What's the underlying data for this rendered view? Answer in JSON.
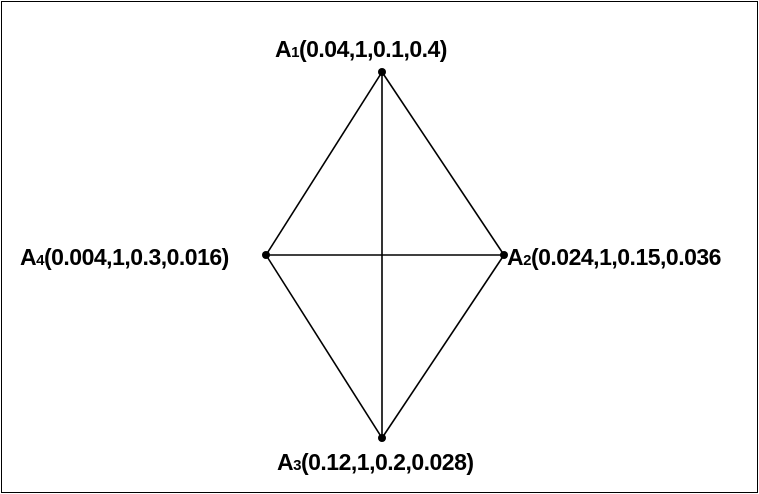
{
  "colors": {
    "line": "#000000",
    "background": "#ffffff"
  },
  "nodes": [
    {
      "id": "a1",
      "letter": "A",
      "sub": "1",
      "coords": "(0.04,1,0.1,0.4)"
    },
    {
      "id": "a2",
      "letter": "A",
      "sub": "2",
      "coords": "(0.024,1,0.15,0.036"
    },
    {
      "id": "a3",
      "letter": "A",
      "sub": "3",
      "coords": "(0.12,1,0.2,0.028)"
    },
    {
      "id": "a4",
      "letter": "A",
      "sub": "4",
      "coords": "(0.004,1,0.3,0.016)"
    }
  ]
}
